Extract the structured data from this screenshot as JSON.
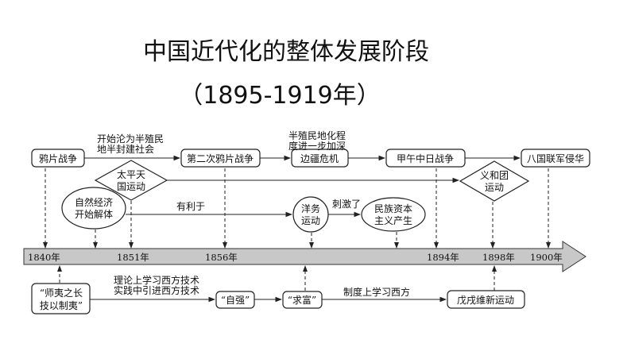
{
  "title": "中国近代化的整体发展阶段",
  "subtitle": "（1895-1919年）",
  "top_events": [
    "鸦片战争",
    "第二次鸦片战争",
    "边疆危机",
    "甲午中日战争",
    "八国联军侵华"
  ],
  "note1": [
    "开始沦为半殖民",
    "地半封建社会"
  ],
  "note2": [
    "半殖民地化程",
    "度进一步加深"
  ],
  "taiping": [
    "太平天",
    "国运动"
  ],
  "boxer": [
    "义和团",
    "运动"
  ],
  "natural_economy": [
    "自然经济",
    "开始解体"
  ],
  "favorable": "有利于",
  "westernization": [
    "洋务",
    "运动"
  ],
  "stimulated": "刺激了",
  "national_capitalism": [
    "民族资本",
    "主义产生"
  ],
  "years": [
    "1840年",
    "1851年",
    "1856年",
    "1894年",
    "1898年",
    "1900年"
  ],
  "bottom": {
    "shiyi": [
      "“师夷之长",
      "技以制夷”"
    ],
    "theory": [
      "理论上学习西方技术",
      "实践中引进西方技术"
    ],
    "ziqiang": "“自强”",
    "qiufu": "“求富”",
    "system": "制度上学习西方",
    "wuxu": "戊戌维新运动"
  },
  "colors": {
    "timeline_fill": "#c8c8c8"
  }
}
